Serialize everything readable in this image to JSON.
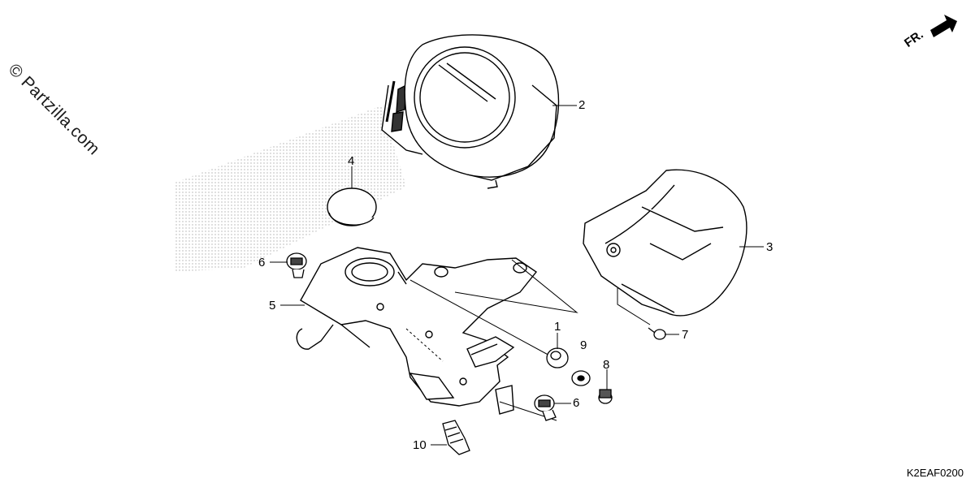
{
  "watermark": "© Partzilla.com",
  "direction_label": "FR.",
  "diagram_code": "K2EAF0200",
  "callouts": {
    "c1": "1",
    "c2": "2",
    "c3": "3",
    "c4": "4",
    "c5": "5",
    "c6a": "6",
    "c6b": "6",
    "c7": "7",
    "c8": "8",
    "c9": "9",
    "c10": "10"
  }
}
